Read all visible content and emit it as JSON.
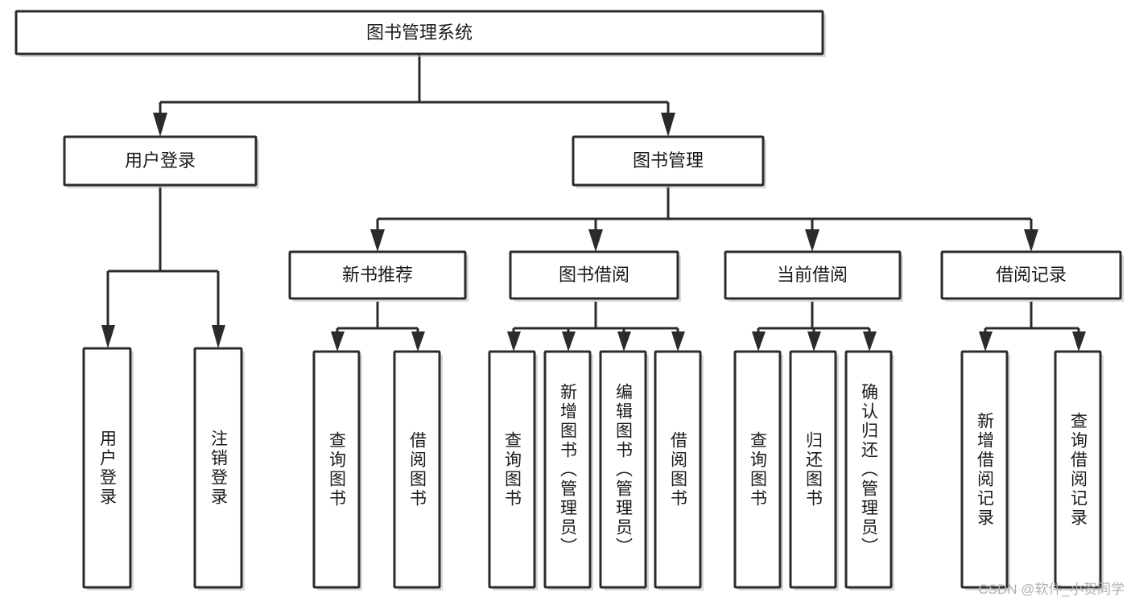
{
  "diagram": {
    "type": "hierarchy-tree",
    "title": "图书管理系统",
    "watermark": "CSDN @软件_小贺同学",
    "colors": {
      "box_stroke": "#2b2b2b",
      "box_fill": "#ffffff",
      "connector": "#2b2b2b",
      "background": "#ffffff",
      "watermark_text": "#b0b0b0"
    },
    "levels": {
      "root": "图书管理系统",
      "level2": [
        "用户登录",
        "图书管理"
      ],
      "level3": [
        "新书推荐",
        "图书借阅",
        "当前借阅",
        "借阅记录"
      ]
    },
    "nodes": {
      "root": {
        "label": "图书管理系统"
      },
      "user_login": {
        "label": "用户登录"
      },
      "book_manage": {
        "label": "图书管理"
      },
      "new_book_rec": {
        "label": "新书推荐"
      },
      "book_borrow": {
        "label": "图书借阅"
      },
      "current_borrow": {
        "label": "当前借阅"
      },
      "borrow_record": {
        "label": "借阅记录"
      }
    },
    "leaves": {
      "user_login": [
        {
          "label": "用户登录"
        },
        {
          "label": "注销登录"
        }
      ],
      "new_book_rec": [
        {
          "label": "查询图书"
        },
        {
          "label": "借阅图书"
        }
      ],
      "book_borrow": [
        {
          "label": "查询图书"
        },
        {
          "label": "新增图书（管理员）"
        },
        {
          "label": "编辑图书（管理员）"
        },
        {
          "label": "借阅图书"
        }
      ],
      "current_borrow": [
        {
          "label": "查询图书"
        },
        {
          "label": "归还图书"
        },
        {
          "label": "确认归还（管理员）"
        }
      ],
      "borrow_record": [
        {
          "label": "新增借阅记录"
        },
        {
          "label": "查询借阅记录"
        }
      ]
    }
  }
}
